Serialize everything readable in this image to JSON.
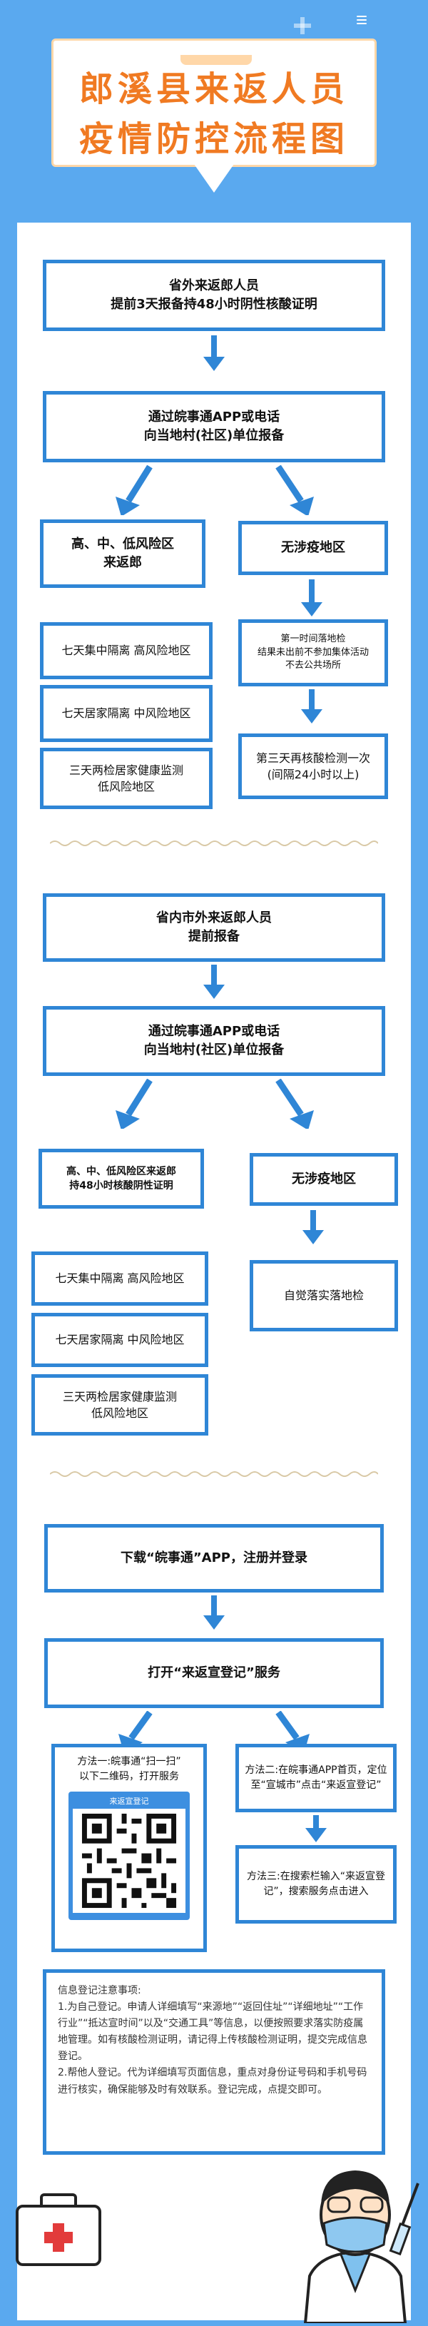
{
  "header": {
    "title_line1": "郎溪县来返人员",
    "title_line2": "疫情防控流程图"
  },
  "section1": {
    "top": "省外来返郎人员\n提前3天报备持48小时阴性核酸证明",
    "report": "通过皖事通APP或电话\n向当地村(社区)单位报备",
    "left_head": "高、中、低风险区\n来返郎",
    "right_head": "无涉疫地区",
    "left_items": [
      "七天集中隔离  高风险地区",
      "七天居家隔离  中风险地区",
      "三天两检居家健康监测\n低风险地区"
    ],
    "right_items": [
      "第一时间落地检\n结果未出前不参加集体活动\n不去公共场所",
      "第三天再核酸检测一次\n(间隔24小时以上)"
    ]
  },
  "section2": {
    "top": "省内市外来返郎人员\n提前报备",
    "report": "通过皖事通APP或电话\n向当地村(社区)单位报备",
    "left_head": "高、中、低风险区来返郎\n持48小时核酸阴性证明",
    "right_head": "无涉疫地区",
    "left_items": [
      "七天集中隔离  高风险地区",
      "七天居家隔离  中风险地区",
      "三天两检居家健康监测\n低风险地区"
    ],
    "right_items": [
      "自觉落实落地检"
    ]
  },
  "section3": {
    "download": "下载“皖事通”APP，注册并登录",
    "open": "打开“来返宣登记”服务",
    "method1": "方法一:皖事通“扫一扫”\n以下二维码，打开服务",
    "qr_label": "来返宣登记",
    "method2": "方法二:在皖事通APP首页，定位至“宣城市”点击“来返宣登记”",
    "method3": "方法三:在搜索栏输入“来返宣登记”，搜索服务点击进入"
  },
  "notice": {
    "title": "信息登记注意事项:",
    "item1": "1.为自己登记。申请人详细填写“来源地”“返回住址”“详细地址”“工作行业”“抵达宣时间”以及“交通工具”等信息，以便按照要求落实防疫属地管理。如有核酸检测证明，请记得上传核酸检测证明，提交完成信息登记。",
    "item2": "2.帮他人登记。代为详细填写页面信息，重点对身份证号码和手机号码进行核实，确保能够及时有效联系。登记完成，点提交即可。"
  },
  "colors": {
    "background": "#5aa9ef",
    "border": "#2f86d6",
    "title": "#f07a22"
  }
}
